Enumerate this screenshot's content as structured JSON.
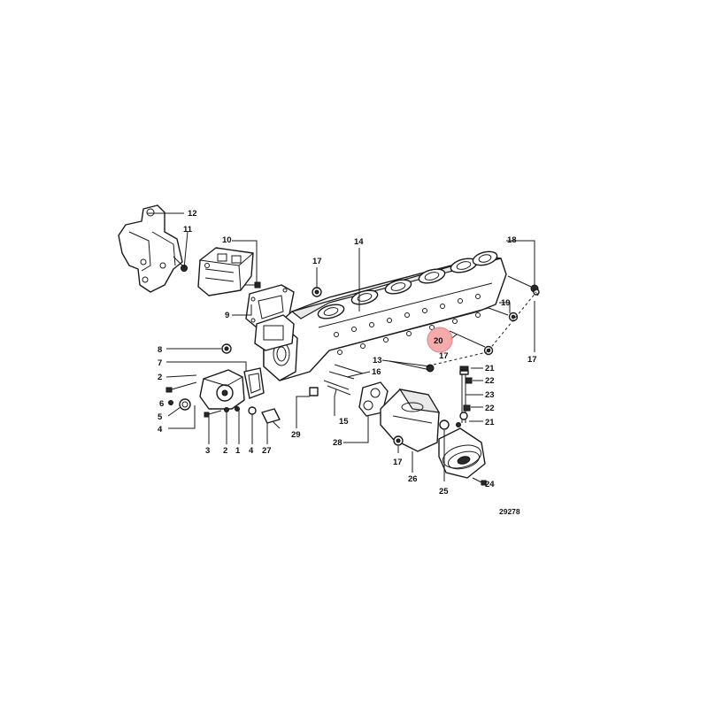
{
  "reference_number": "29278",
  "highlighted_callout": "20",
  "highlight_color": "#f4a3a3",
  "callouts": {
    "c1": "1",
    "c2a": "2",
    "c2b": "2",
    "c3": "3",
    "c4a": "4",
    "c4b": "4",
    "c5": "5",
    "c6": "6",
    "c7": "7",
    "c8": "8",
    "c9": "9",
    "c10": "10",
    "c11": "11",
    "c12": "12",
    "c13": "13",
    "c14": "14",
    "c15": "15",
    "c16": "16",
    "c17a": "17",
    "c17b": "17",
    "c17c": "17",
    "c17d": "17",
    "c18": "18",
    "c19": "19",
    "c20": "20",
    "c21a": "21",
    "c21b": "21",
    "c22a": "22",
    "c22b": "22",
    "c23": "23",
    "c24": "24",
    "c25": "25",
    "c26": "26",
    "c27": "27",
    "c28": "28",
    "c29": "29"
  }
}
